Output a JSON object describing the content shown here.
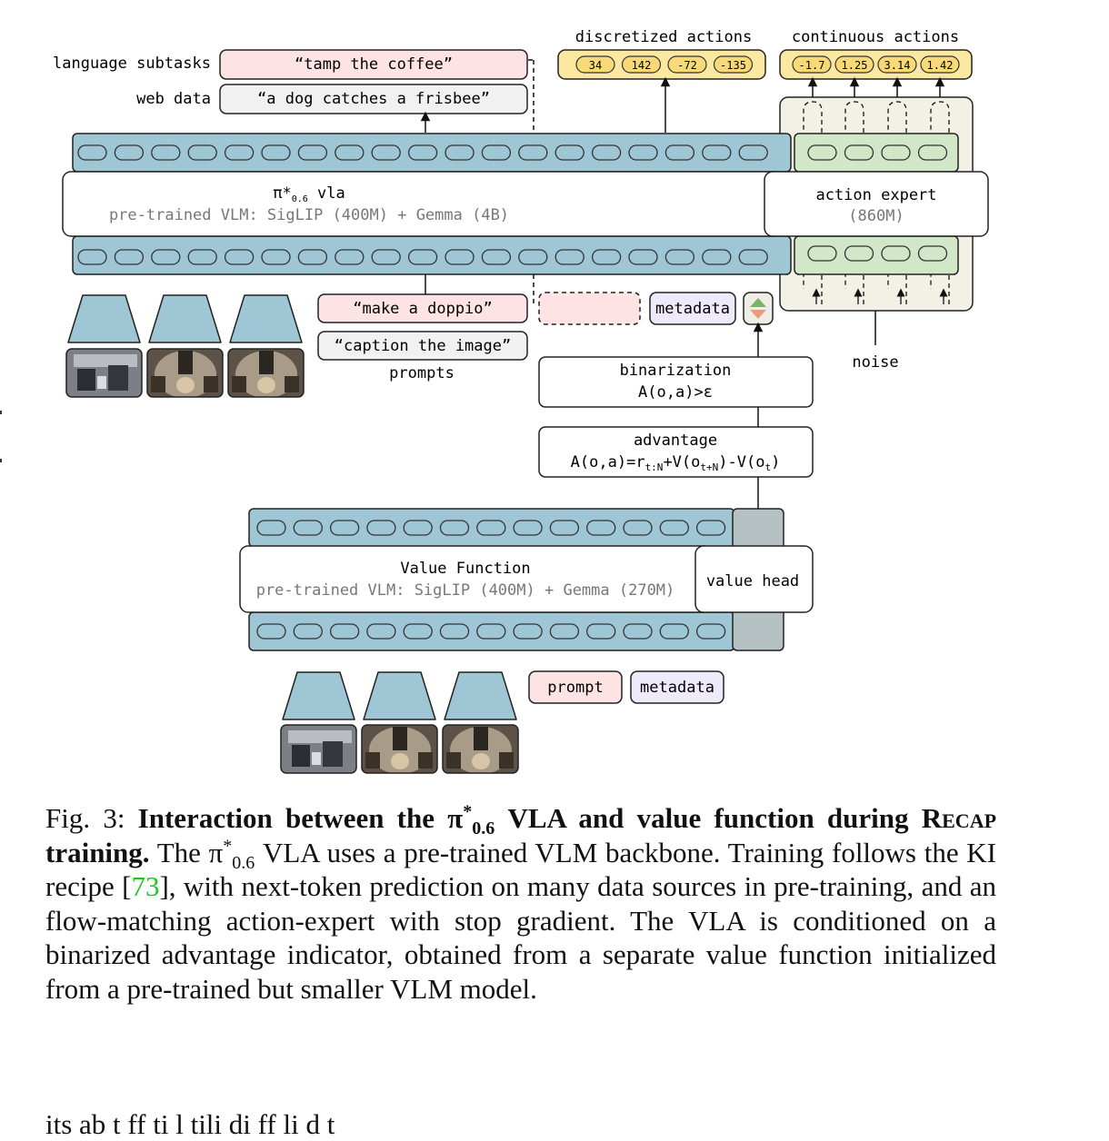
{
  "figure": {
    "labels": {
      "language_subtasks": "language subtasks",
      "web_data": "web data",
      "discretized_actions": "discretized actions",
      "continuous_actions": "continuous actions",
      "prompts": "prompts",
      "noise": "noise"
    },
    "quotes": {
      "tamp": "“tamp the coffee”",
      "dog": "“a dog catches a frisbee”",
      "doppio": "“make a doppio”",
      "caption_img": "“caption the image”"
    },
    "discretized_values": [
      "34",
      "142",
      "-72",
      "-135"
    ],
    "continuous_values": [
      "-1.7",
      "1.25",
      "3.14",
      "1.42"
    ],
    "vla": {
      "name_prefix": "π*",
      "name_sub": "0.6",
      "name_suffix": " vla",
      "subtitle": "pre-trained VLM: SigLIP (400M) + Gemma (4B)"
    },
    "action_expert": {
      "title": "action expert",
      "size": "(860M)"
    },
    "metadata_label": "metadata",
    "binarization": {
      "title": "binarization",
      "formula": "A(o,a)>ε"
    },
    "advantage": {
      "title": "advantage",
      "f1": "A(o,a)=r",
      "f1_sub": "t:N",
      "f2": "+V(o",
      "f2_sub": "t+N",
      "f3": ")-V(o",
      "f3_sub": "t",
      "f4": ")"
    },
    "value_function": {
      "title": "Value Function",
      "subtitle": "pre-trained VLM: SigLIP (400M) + Gemma (270M)",
      "head": "value head"
    },
    "bottom_inputs": {
      "prompt": "prompt",
      "metadata": "metadata"
    },
    "colors": {
      "token_blue": "#9fc6d5",
      "pink": "#fde3e3",
      "gray_box": "#f1f1f1",
      "yellow": "#fbe9a1",
      "purple": "#eeeafa",
      "cream": "#f3f1e5",
      "green": "#d2e6c8",
      "value_head": "#b5c1c2"
    }
  },
  "caption": {
    "fig_label": "Fig. 3: ",
    "bold_a": "Interaction between the π",
    "sup": "*",
    "sub": "0.6",
    "bold_b": " VLA and value function during ",
    "recap": "Recap",
    "bold_c": " training.",
    "t1": " The π",
    "t1_sup": "*",
    "t1_sub": "0.6",
    "t2": " VLA uses a pre-trained VLM backbone. Training follows the KI recipe [",
    "ref": "73",
    "t3": "], with next-token prediction on many data sources in pre-training, and an flow-matching action-expert with stop gradient. The VLA is conditioned on a binarized advantage indicator, obtained from a separate value function initialized from a pre-trained but smaller VLM model."
  },
  "cutoff_text": "its ab t ff ti l tili di ff li d t"
}
